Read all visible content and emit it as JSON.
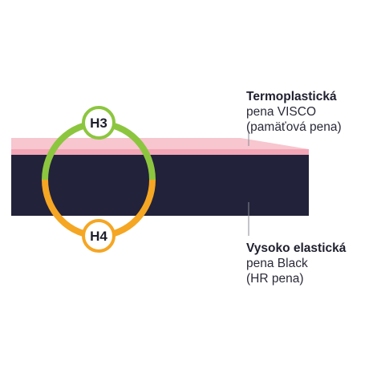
{
  "layers": {
    "visco": {
      "title": "Termoplastická",
      "line2": "pena VISCO",
      "line3": "(pamäťová pena)",
      "color_light": "#f7c6cf",
      "color_dark": "#f3a6b6"
    },
    "hr": {
      "title": "Vysoko elastická",
      "line2": "pena Black",
      "line3": "(HR pena)",
      "color": "#22223a"
    }
  },
  "badges": {
    "top": {
      "label": "H3",
      "color": "#8cc63f"
    },
    "bottom": {
      "label": "H4",
      "color": "#f5a623"
    }
  }
}
